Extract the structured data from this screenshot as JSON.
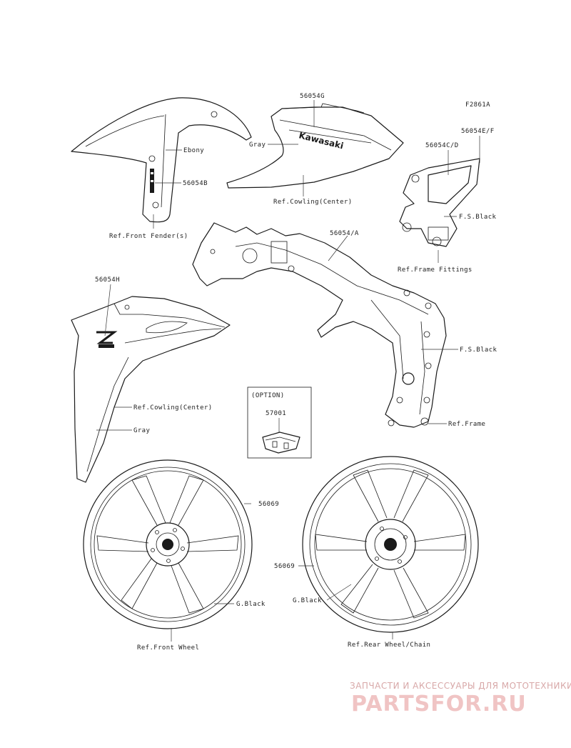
{
  "figure_code": "F2861A",
  "labels": {
    "p_56054G": "56054G",
    "p_56054E_F": "56054E/F",
    "p_56054C_D": "56054C/D",
    "p_56054B": "56054B",
    "p_56054A": "56054/A",
    "p_56054H": "56054H",
    "p_57001": "57001",
    "p_56069_front": "56069",
    "p_56069_rear": "56069",
    "gray_top": "Gray",
    "ebony": "Ebony",
    "fs_black_fittings": "F.S.Black",
    "fs_black_frame": "F.S.Black",
    "ref_front_fender": "Ref.Front Fender(s)",
    "ref_cowling_top": "Ref.Cowling(Center)",
    "ref_frame_fittings": "Ref.Frame Fittings",
    "ref_cowling_left": "Ref.Cowling(Center)",
    "gray_left": "Gray",
    "option": "(OPTION)",
    "ref_frame": "Ref.Frame",
    "g_black_front": "G.Black",
    "g_black_rear": "G.Black",
    "ref_front_wheel": "Ref.Front Wheel",
    "ref_rear_wheel": "Ref.Rear Wheel/Chain"
  },
  "decal_text": {
    "kawasaki": "Kawasaki"
  },
  "watermark": {
    "subtitle": "ЗАПЧАСТИ И АКСЕССУАРЫ ДЛЯ МОТОТЕХНИКИ",
    "brand": "PARTSFOR.RU"
  }
}
